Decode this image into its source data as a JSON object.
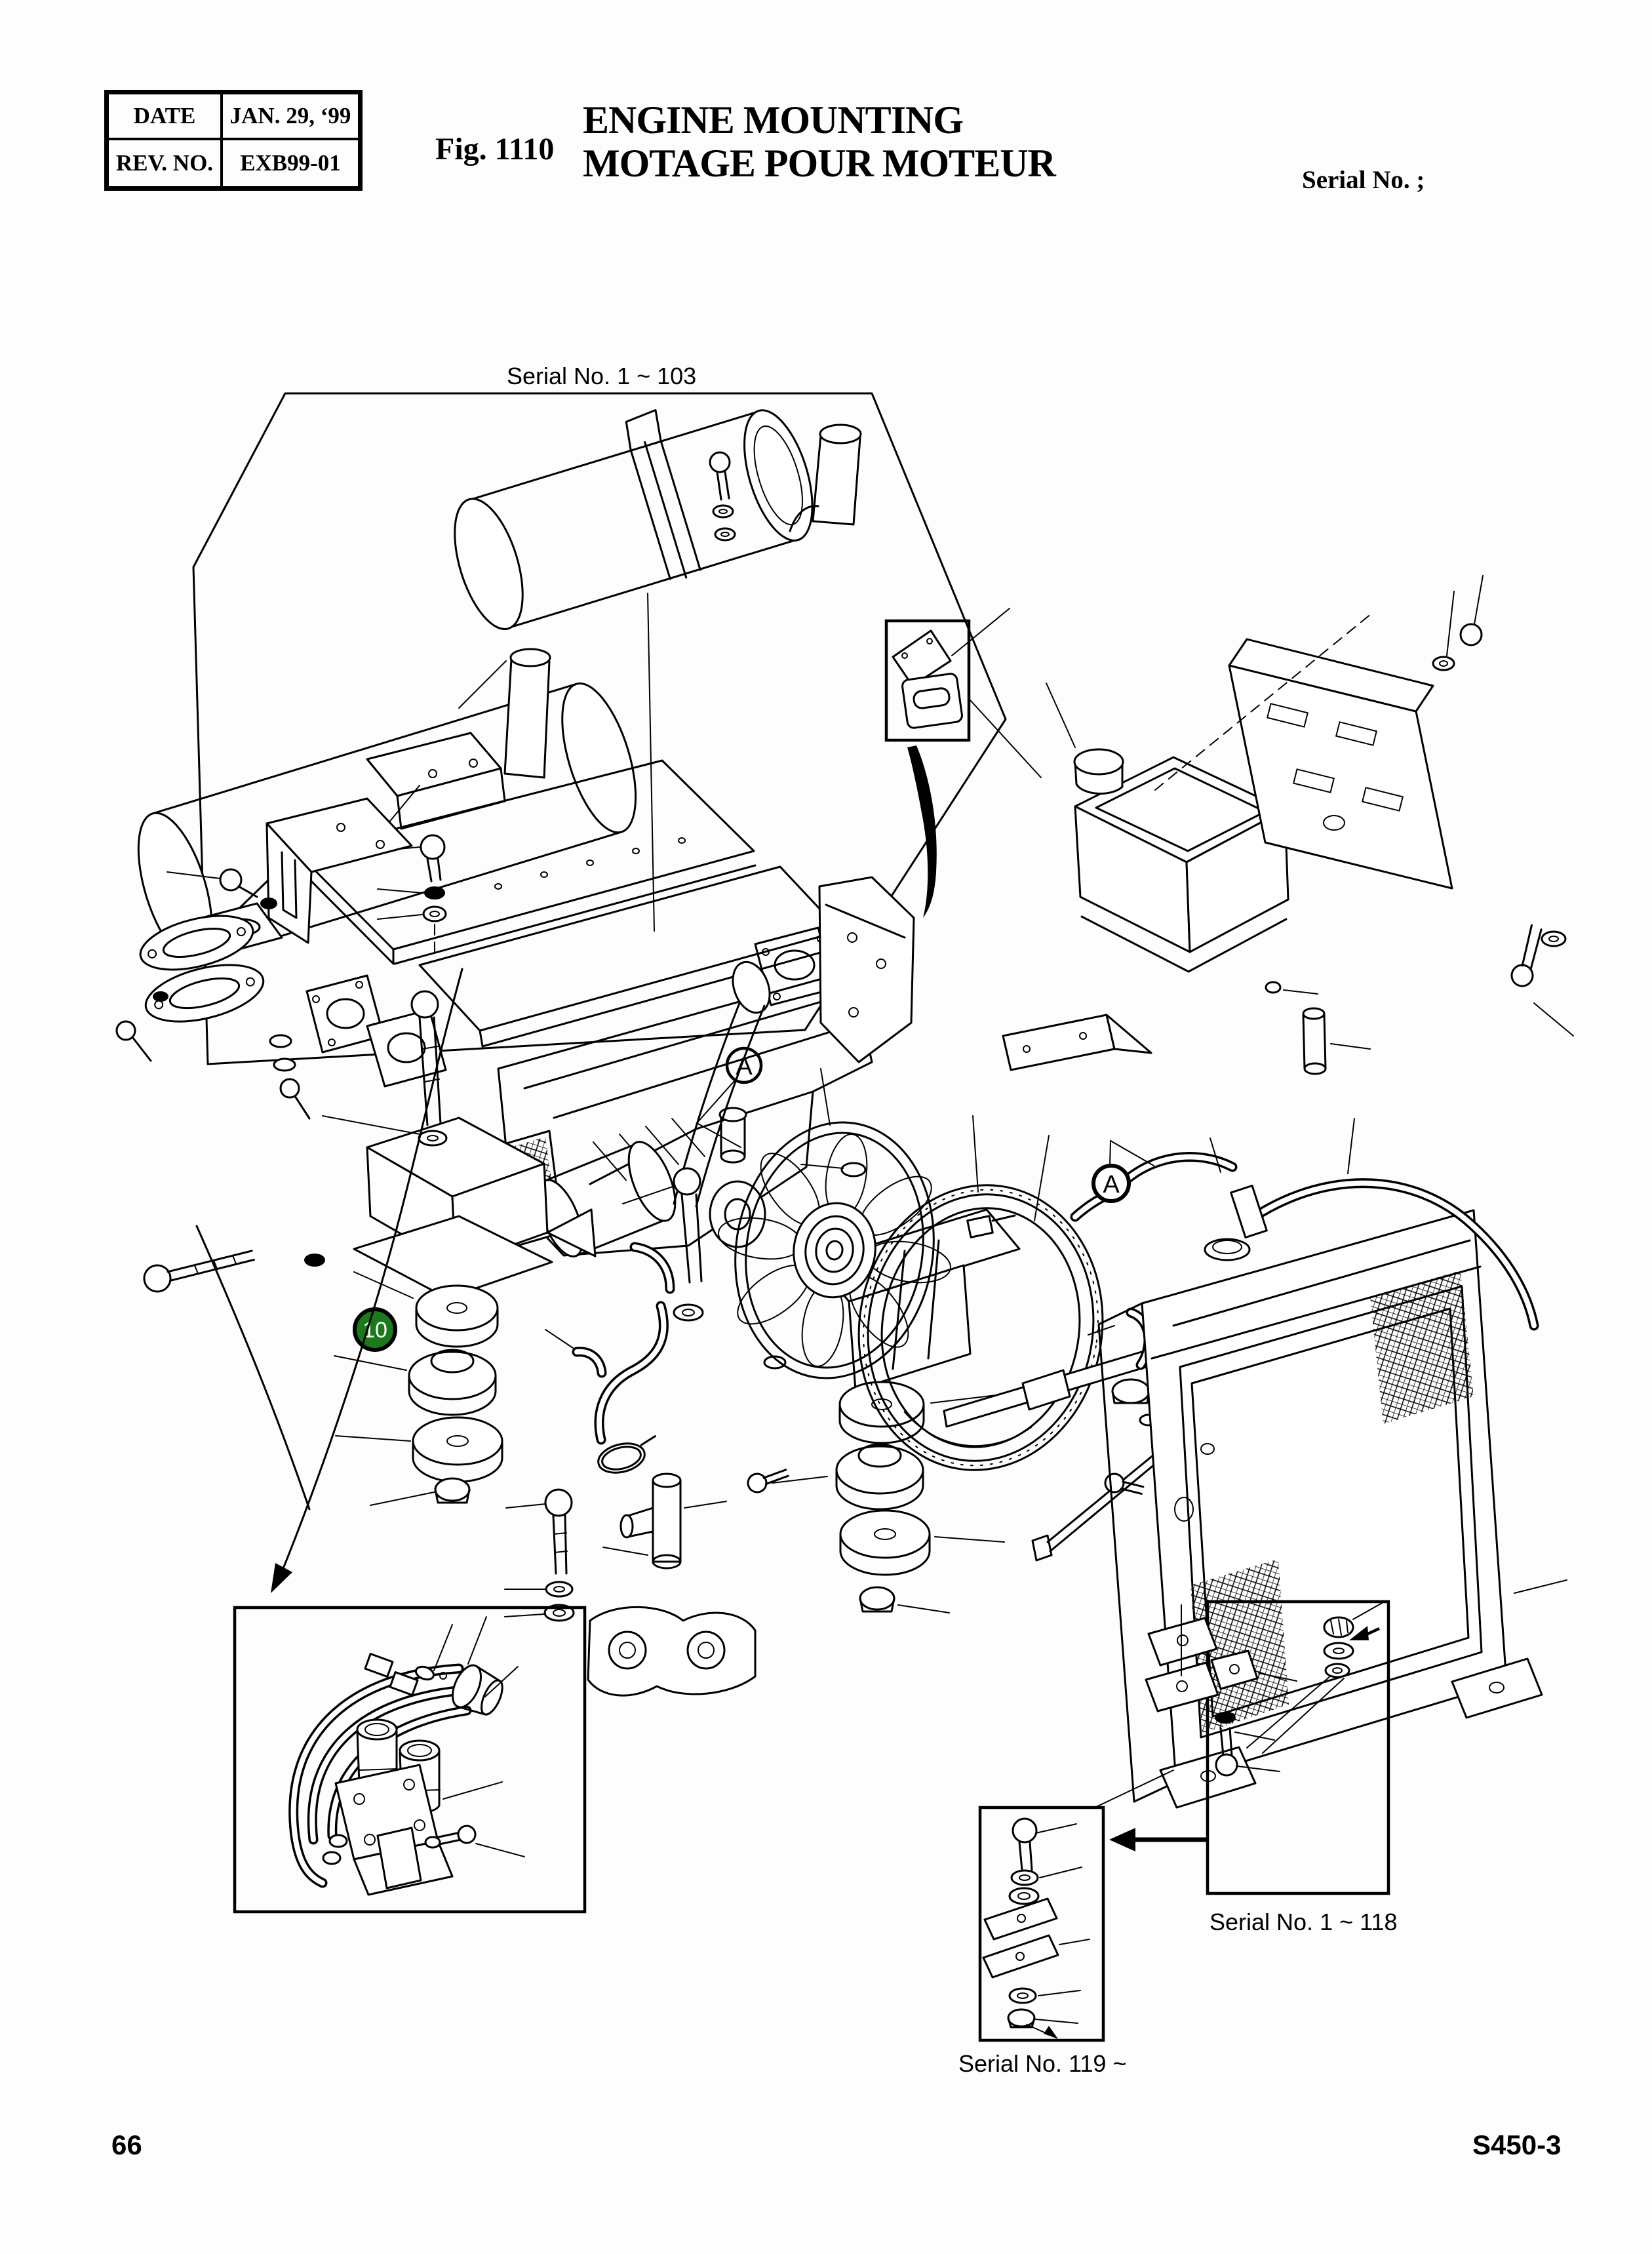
{
  "header": {
    "date_label": "DATE",
    "date_value": "JAN. 29, ‘99",
    "rev_label": "REV. NO.",
    "rev_value": "EXB99-01",
    "fig_label": "Fig. 1110",
    "title_line1": "ENGINE MOUNTING",
    "title_line2": "MOTAGE POUR MOTEUR",
    "serial_note": "Serial No. ;"
  },
  "diagram": {
    "label_top": "Serial No. 1 ~ 103",
    "label_right": "Serial No. 1 ~ 118",
    "label_bottom": "Serial No. 119 ~",
    "marker_a": "A",
    "marker_10": "10",
    "marker_10_color": "#1a7a1a",
    "line_color": "#000000"
  },
  "footer": {
    "page_number": "66",
    "doc_code": "S450-3"
  }
}
